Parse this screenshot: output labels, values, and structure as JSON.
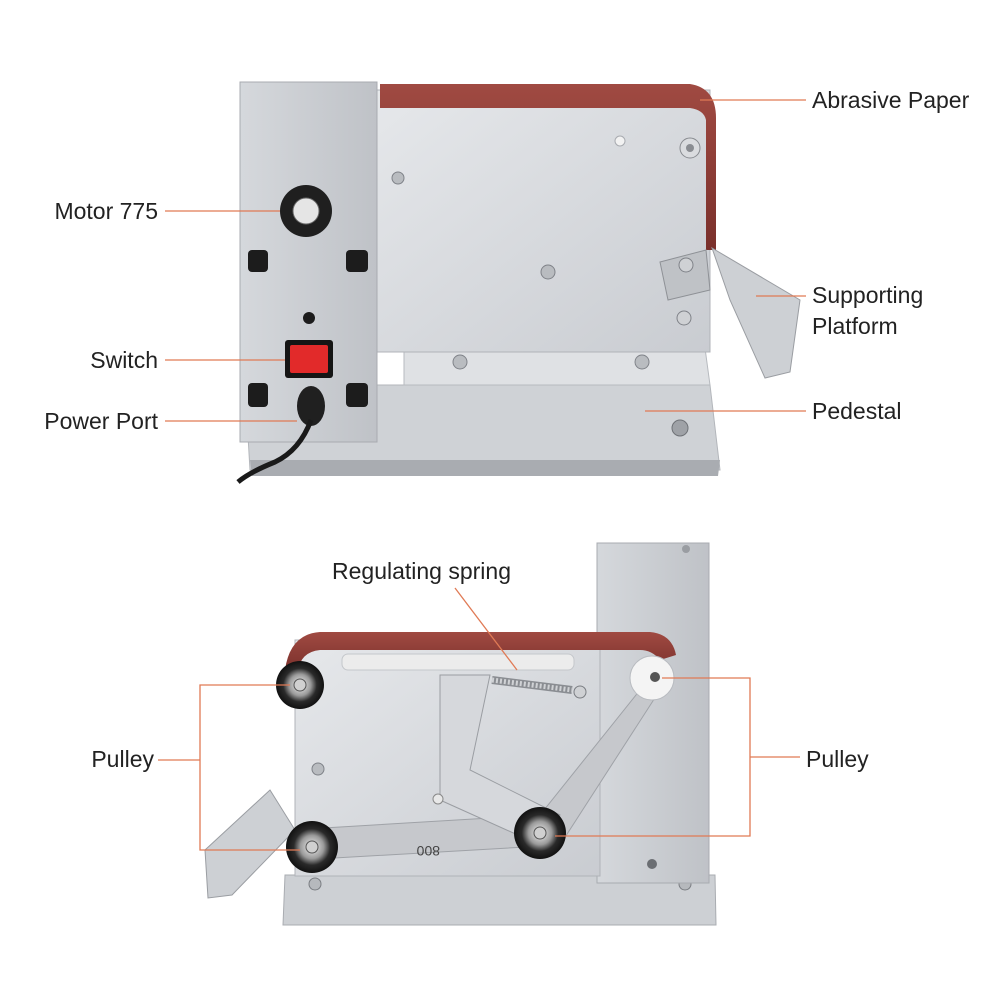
{
  "colors": {
    "callout_line": "#e07a55",
    "label_text": "#222222",
    "belt": "#8e3b34",
    "metal_light": "#dcdee2",
    "metal_mid": "#c2c5ca",
    "metal_dark": "#8d9096",
    "switch_red": "#e22a2a"
  },
  "top_view": {
    "labels": {
      "abrasive_paper": "Abrasive Paper",
      "motor": "Motor 775",
      "supporting_line1": "Supporting",
      "supporting_line2": "Platform",
      "switch": "Switch",
      "power_port": "Power Port",
      "pedestal": "Pedestal"
    }
  },
  "bottom_view": {
    "labels": {
      "regulating_spring": "Regulating spring",
      "pulley_left": "Pulley",
      "pulley_right": "Pulley"
    },
    "belt_grit_text": "800"
  }
}
